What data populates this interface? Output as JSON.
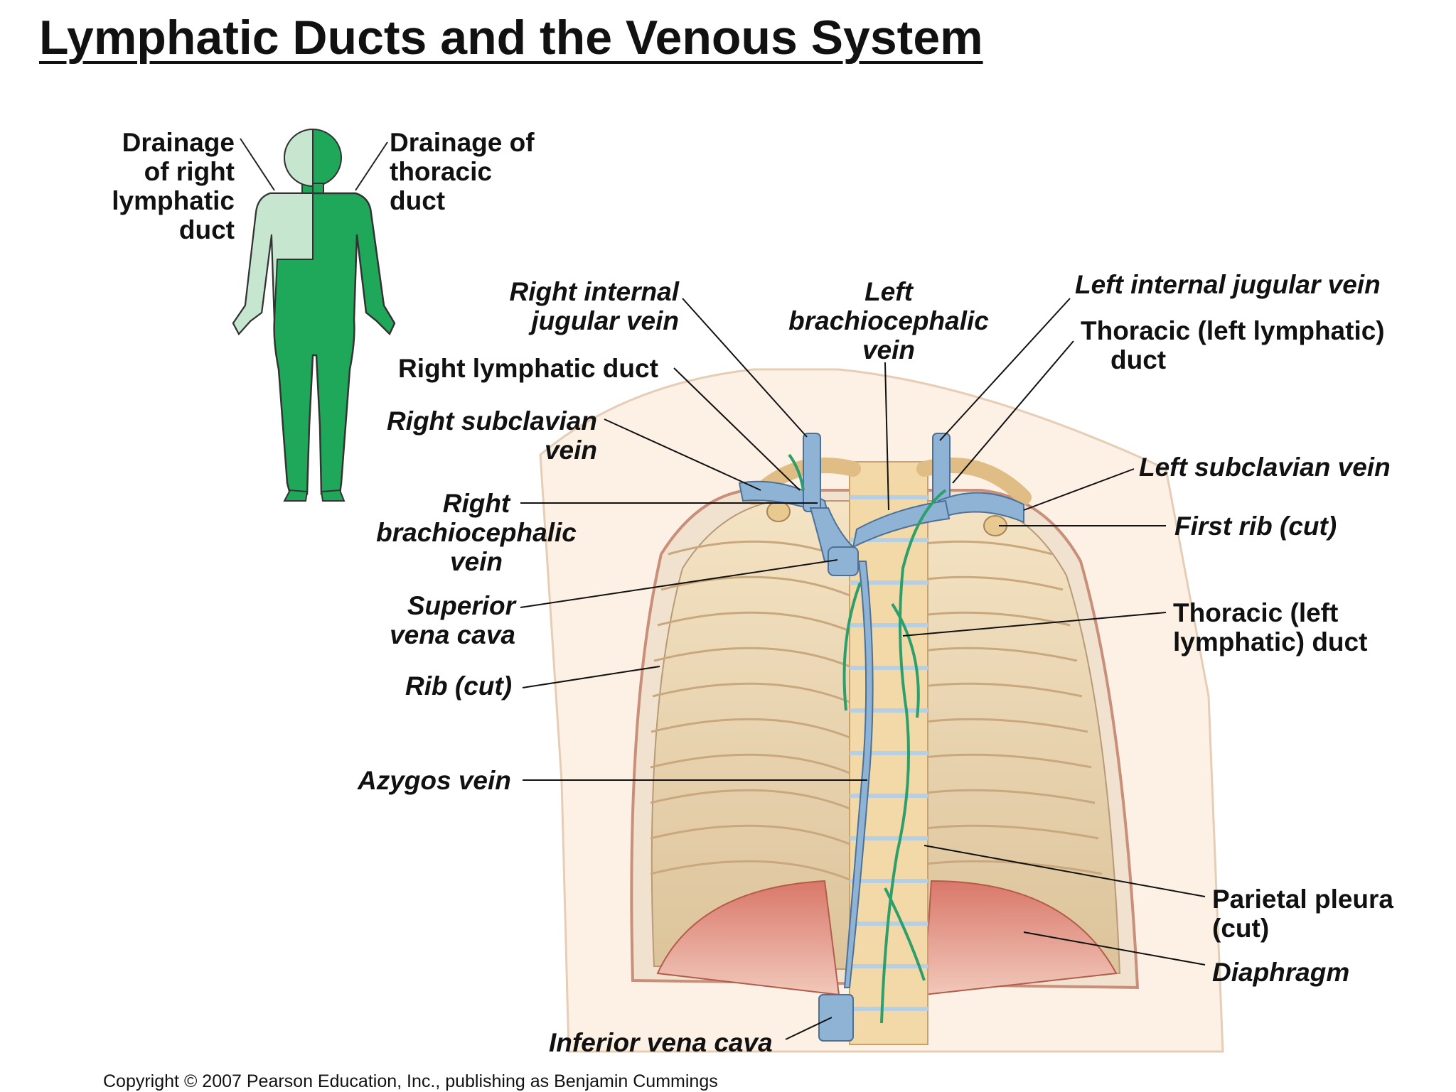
{
  "title": "Lymphatic Ducts and the Venous System",
  "inset": {
    "label_left": [
      "Drainage",
      "of right",
      "lymphatic",
      "duct"
    ],
    "label_right": [
      "Drainage of",
      "thoracic",
      "duct"
    ]
  },
  "labels": {
    "right_internal_jugular": [
      "Right internal",
      "jugular vein"
    ],
    "left_brachiocephalic": [
      "Left",
      "brachiocephalic",
      "vein"
    ],
    "left_internal_jugular": "Left internal jugular vein",
    "thoracic_duct_top": [
      "Thoracic (left lymphatic)",
      "duct"
    ],
    "right_lymphatic_duct": "Right lymphatic duct",
    "right_subclavian": [
      "Right subclavian",
      "vein"
    ],
    "left_subclavian": "Left subclavian vein",
    "right_brachiocephalic": [
      "Right",
      "brachiocephalic",
      "vein"
    ],
    "first_rib": "First rib (cut)",
    "superior_vena_cava": [
      "Superior",
      "vena cava"
    ],
    "thoracic_duct_mid": [
      "Thoracic (left",
      "lymphatic) duct"
    ],
    "rib_cut": "Rib (cut)",
    "azygos": "Azygos vein",
    "parietal_pleura": [
      "Parietal pleura",
      "(cut)"
    ],
    "diaphragm": "Diaphragm",
    "inferior_vena_cava": "Inferior vena cava"
  },
  "copyright": "Copyright © 2007 Pearson Education, Inc., publishing as Benjamin Cummings",
  "colors": {
    "dark_green": "#1fa85a",
    "light_green": "#c7e6cf",
    "vein_blue": "#8fb3d4",
    "lymph_green": "#2e9e6a",
    "rib_tan": "#e7cc9c",
    "diaphragm_red": "#cf6f5f"
  }
}
